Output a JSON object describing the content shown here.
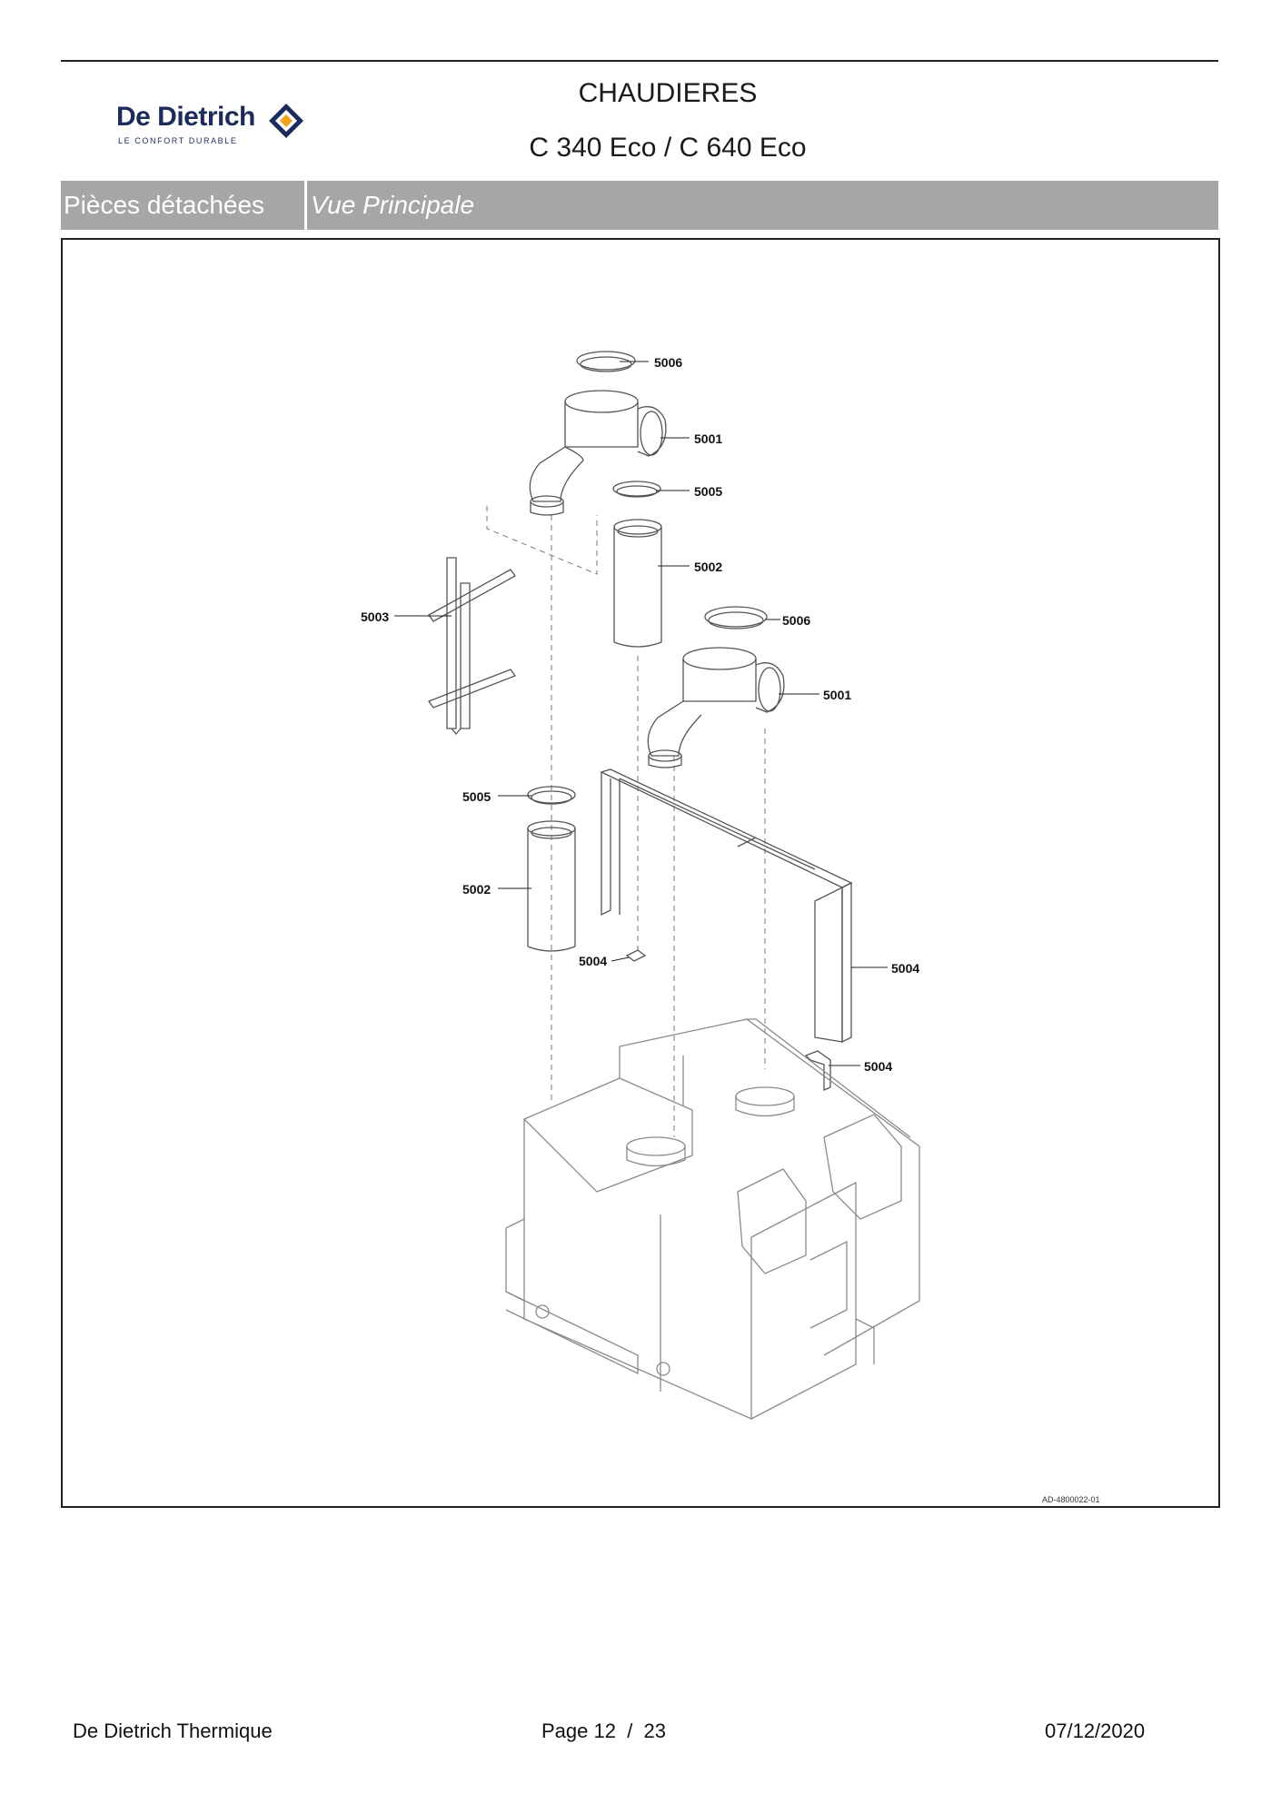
{
  "header": {
    "brand_name": "De Dietrich",
    "brand_tagline": "LE CONFORT DURABLE",
    "title": "CHAUDIERES",
    "subtitle": "C 340 Eco / C 640 Eco"
  },
  "section": {
    "category": "Pièces détachées",
    "view": "Vue Principale"
  },
  "drawing": {
    "reference": "AD-4800022-01",
    "callouts": {
      "c_5006_top": "5006",
      "c_5001_top": "5001",
      "c_5005_top": "5005",
      "c_5002_top": "5002",
      "c_5003": "5003",
      "c_5006_mid": "5006",
      "c_5001_mid": "5001",
      "c_5005_mid": "5005",
      "c_5002_mid": "5002",
      "c_5004_small": "5004",
      "c_5004_right": "5004",
      "c_5004_bottom": "5004"
    }
  },
  "footer": {
    "company": "De Dietrich Thermique",
    "page": "Page 12  /  23",
    "date": "07/12/2020"
  }
}
